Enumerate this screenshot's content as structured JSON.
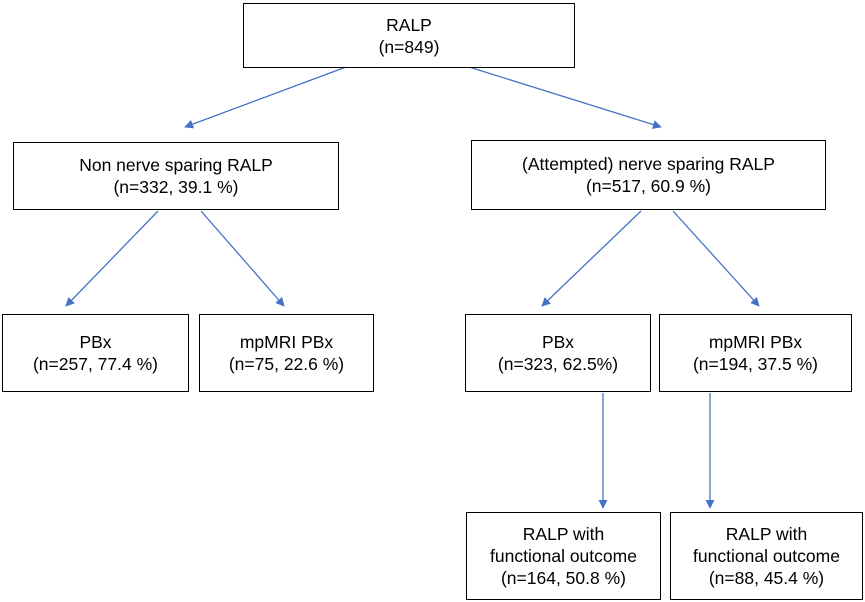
{
  "nodes": {
    "root": {
      "line1": "RALP",
      "line2": "(n=849)"
    },
    "non_nerve_sparing": {
      "line1": "Non nerve sparing RALP",
      "line2": "(n=332, 39.1 %)"
    },
    "nerve_sparing": {
      "line1": "(Attempted) nerve sparing RALP",
      "line2": "(n=517, 60.9 %)"
    },
    "nns_pbx": {
      "line1": "PBx",
      "line2": "(n=257, 77.4 %)"
    },
    "nns_mpmri": {
      "line1": "mpMRI PBx",
      "line2": "(n=75, 22.6 %)"
    },
    "ns_pbx": {
      "line1": "PBx",
      "line2": "(n=323, 62.5%)"
    },
    "ns_mpmri": {
      "line1": "mpMRI PBx",
      "line2": "(n=194, 37.5 %)"
    },
    "ns_pbx_functional": {
      "line1": "RALP with",
      "line2": "functional outcome",
      "line3": "(n=164, 50.8 %)"
    },
    "ns_mpmri_functional": {
      "line1": "RALP with",
      "line2": "functional outcome",
      "line3": "(n=88, 45.4 %)"
    }
  },
  "edges": [
    {
      "from": "root",
      "to": "non_nerve_sparing"
    },
    {
      "from": "root",
      "to": "nerve_sparing"
    },
    {
      "from": "non_nerve_sparing",
      "to": "nns_pbx"
    },
    {
      "from": "non_nerve_sparing",
      "to": "nns_mpmri"
    },
    {
      "from": "nerve_sparing",
      "to": "ns_pbx"
    },
    {
      "from": "nerve_sparing",
      "to": "ns_mpmri"
    },
    {
      "from": "ns_pbx",
      "to": "ns_pbx_functional"
    },
    {
      "from": "ns_mpmri",
      "to": "ns_mpmri_functional"
    }
  ],
  "colors": {
    "arrow": "#4472c4",
    "box_border": "#000000",
    "text": "#000000"
  }
}
